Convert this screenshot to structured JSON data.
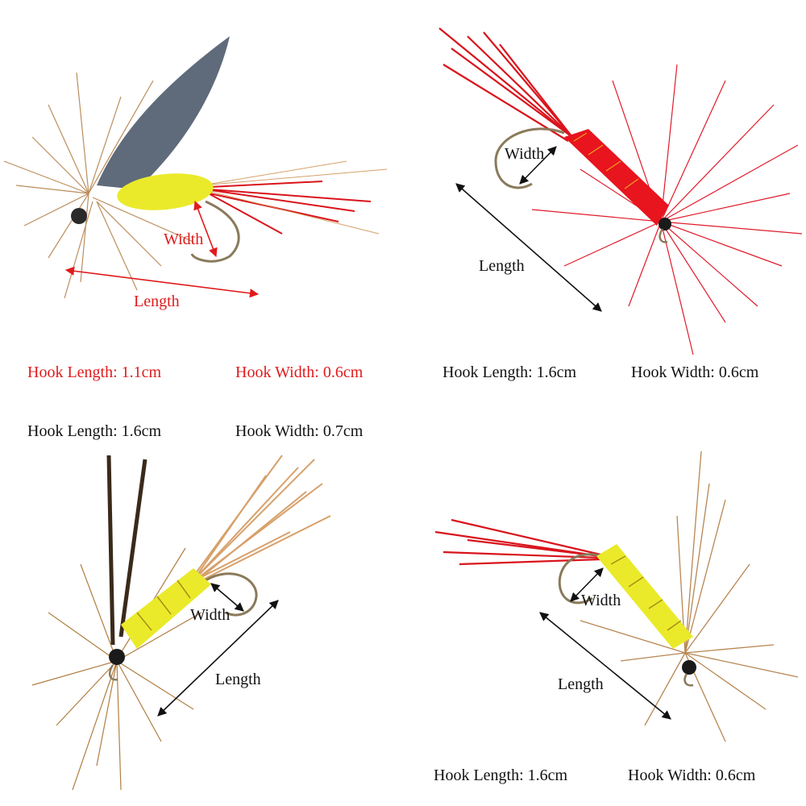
{
  "colors": {
    "annotation_red": "#e01b1b",
    "text_dark": "#111111",
    "feather_red": "#d9141c",
    "feather_tan": "#c98a45",
    "feather_brown": "#8a5a2c",
    "wing_gray": "#5f6b7a",
    "body_yellow": "#eaea2a",
    "hook_bronze": "#8a7a5a"
  },
  "flies": [
    {
      "id": "fly-1",
      "body": "yellow",
      "tail": "red",
      "wing": "gray",
      "labels": {
        "width": "Width",
        "length": "Length"
      },
      "spec": {
        "length": "Hook Length: 1.1cm",
        "width": "Hook Width: 0.6cm"
      }
    },
    {
      "id": "fly-2",
      "body": "red",
      "tail": "red",
      "wing": "none",
      "labels": {
        "width": "Width",
        "length": "Length"
      },
      "spec": {
        "length": "Hook Length: 1.6cm",
        "width": "Hook Width: 0.6cm"
      }
    },
    {
      "id": "fly-3",
      "body": "yellow",
      "tail": "tan",
      "wing": "brown",
      "labels": {
        "width": "Width",
        "length": "Length"
      },
      "spec": {
        "length": "Hook Length: 1.6cm",
        "width": "Hook Width: 0.7cm"
      }
    },
    {
      "id": "fly-4",
      "body": "yellow",
      "tail": "red",
      "wing": "tan",
      "labels": {
        "width": "Width",
        "length": "Length"
      },
      "spec": {
        "length": "Hook Length: 1.6cm",
        "width": "Hook Width: 0.6cm"
      }
    }
  ]
}
